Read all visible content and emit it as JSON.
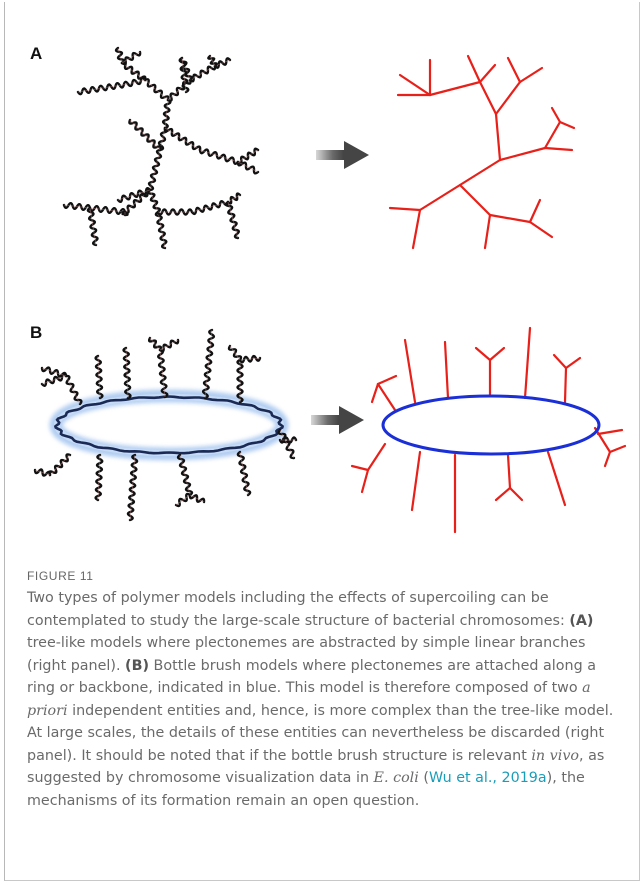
{
  "figure": {
    "panel_a_label": "A",
    "panel_b_label": "B",
    "figure_label": "FIGURE 11",
    "caption": {
      "p1": "Two types of polymer models including the effects of supercoiling can be contemplated to study the large-scale structure of bacterial chromosomes: ",
      "a_tag": "(A)",
      "p2": " tree-like models where plectonemes are abstracted by simple linear branches (right panel). ",
      "b_tag": "(B)",
      "p3": " Bottle brush models where plectonemes are attached along a ring or backbone, indicated in blue. This model is therefore composed of two ",
      "apriori": "a priori",
      "p4": " independent entities and, hence, is more complex than the tree-like model. At large scales, the details of these entities can nevertheless be discarded (right panel). It should be noted that if the bottle brush structure is relevant ",
      "invivo": "in vivo",
      "p5": ", as suggested by chromosome visualization data in ",
      "ecoli": "E. coli",
      "p6": " (",
      "citation": "Wu et al., 2019a",
      "p7": "), the mechanisms of its formation remain an open question."
    },
    "colors": {
      "coil": "#111111",
      "tree": "#e8201a",
      "ring": "#1a2fd6",
      "halo": "#9fc2ee",
      "arrow": "#4a4a4a"
    },
    "icons": [
      "arrow-right-icon"
    ]
  }
}
